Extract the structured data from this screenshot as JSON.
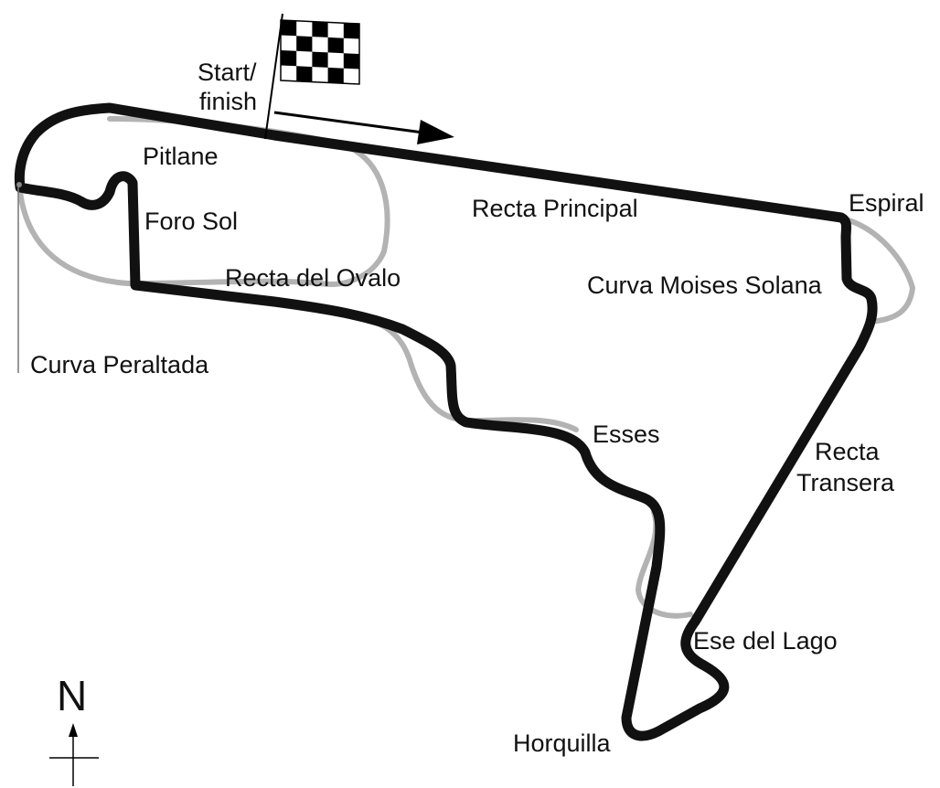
{
  "labels": {
    "start_line1": "Start/",
    "start_line2": "finish",
    "pitlane": "Pitlane",
    "foro_sol": "Foro Sol",
    "recta_principal": "Recta Principal",
    "espiral": "Espiral",
    "curva_moises_solana": "Curva Moises Solana",
    "recta_del_ovalo": "Recta del Ovalo",
    "curva_peraltada": "Curva Peraltada",
    "esses": "Esses",
    "recta_transera_line1": "Recta",
    "recta_transera_line2": "Transera",
    "ese_del_lago": "Ese del Lago",
    "horquilla": "Horquilla",
    "north": "N"
  },
  "colors": {
    "current_track": "#111111",
    "old_track": "#b3b3b3",
    "flag": "#000000"
  },
  "icons": {
    "flag": "checkered-flag-icon",
    "direction": "race-direction-arrow",
    "compass": "north-compass-icon"
  }
}
